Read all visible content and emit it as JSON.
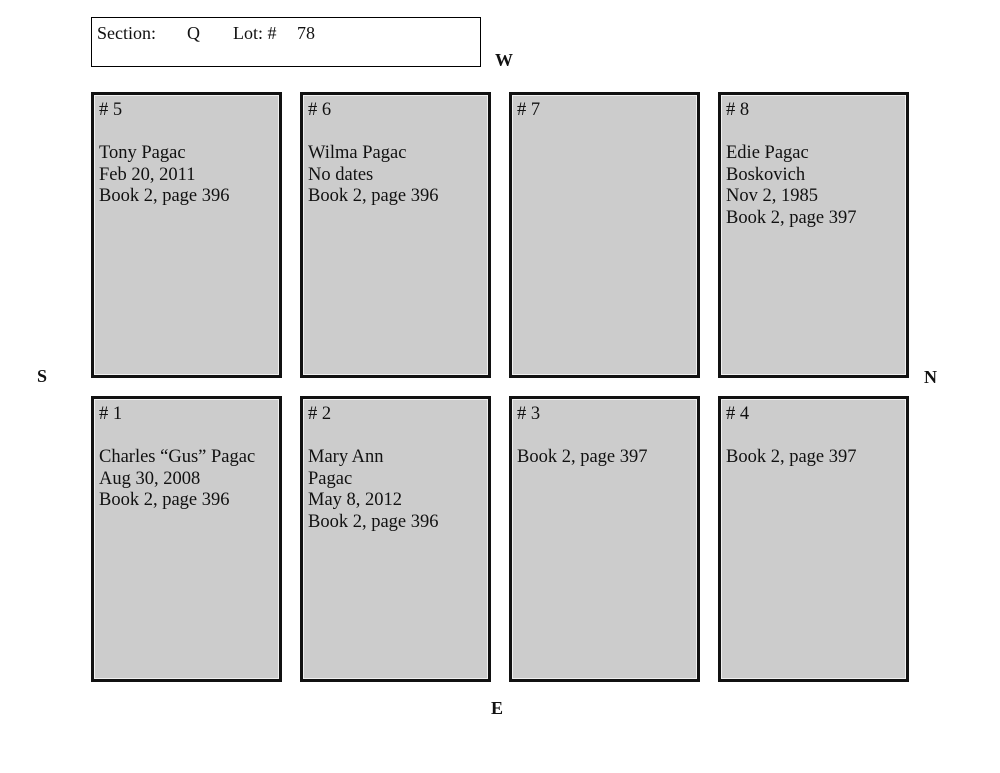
{
  "header": {
    "section_label": "Section:",
    "section_value": "Q",
    "lot_label": "Lot: #",
    "lot_value": "78"
  },
  "compass": {
    "west": "W",
    "east": "E",
    "south": "S",
    "north": "N"
  },
  "plots": [
    {
      "number": "# 5",
      "lines": [
        "Tony Pagac",
        "Feb 20, 2011",
        "Book 2, page 396"
      ]
    },
    {
      "number": "# 6",
      "lines": [
        "Wilma Pagac",
        "No dates",
        "Book 2, page 396"
      ]
    },
    {
      "number": "# 7",
      "lines": []
    },
    {
      "number": "# 8",
      "lines": [
        "Edie Pagac",
        "Boskovich",
        "Nov 2, 1985",
        "Book 2, page 397"
      ]
    },
    {
      "number": "# 1",
      "lines": [
        "Charles “Gus” Pagac",
        "Aug 30, 2008",
        "Book 2, page 396"
      ]
    },
    {
      "number": "# 2",
      "lines": [
        "Mary Ann",
        "Pagac",
        "May 8, 2012",
        "Book 2, page 396"
      ]
    },
    {
      "number": "# 3",
      "lines": [
        "Book 2, page 397"
      ]
    },
    {
      "number": "# 4",
      "lines": [
        "Book 2, page 397"
      ]
    }
  ],
  "colors": {
    "plot_fill": "#cccccc",
    "plot_border": "#111111"
  }
}
